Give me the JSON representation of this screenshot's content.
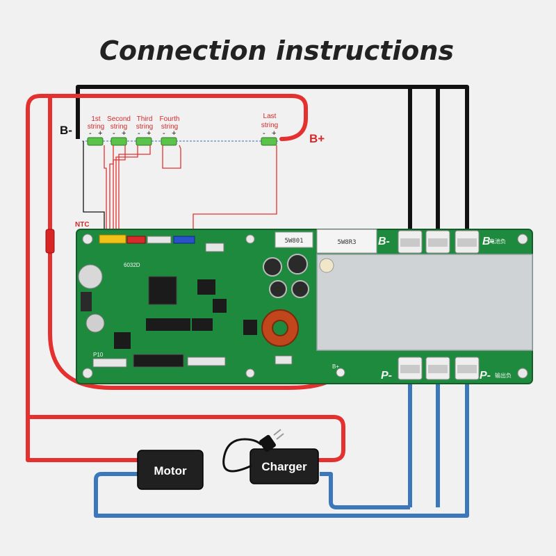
{
  "title": "Connection instructions",
  "battery": {
    "b_minus_label": "B-",
    "b_plus_label": "B+",
    "strings": [
      {
        "line1": "1st",
        "line2": "string"
      },
      {
        "line1": "Second",
        "line2": "string"
      },
      {
        "line1": "Third",
        "line2": "string"
      },
      {
        "line1": "Fourth",
        "line2": "string"
      },
      {
        "line1": "Last",
        "line2": "string"
      }
    ],
    "minus_sign": "-",
    "plus_sign": "+"
  },
  "board": {
    "ntc_label": "NTC",
    "model": "6032D",
    "silk_b_minus": "B-",
    "silk_p_minus": "P-",
    "silk_p_minus_right": "P-",
    "silk_b_plus": "B+",
    "silk_p10": "P10",
    "resistor_1": "5W801",
    "resistor_2": "5W8R3",
    "silk_cn_b": "电池负",
    "silk_cn_p": "输出负"
  },
  "devices": {
    "motor_label": "Motor",
    "charger_label": "Charger"
  },
  "colors": {
    "background": "#f1f1f1",
    "red_wire": "#e53030",
    "black_wire": "#111111",
    "blue_wire": "#3b78bb",
    "board_green": "#1e8a3e",
    "heatsink": "#cfd3d6"
  }
}
